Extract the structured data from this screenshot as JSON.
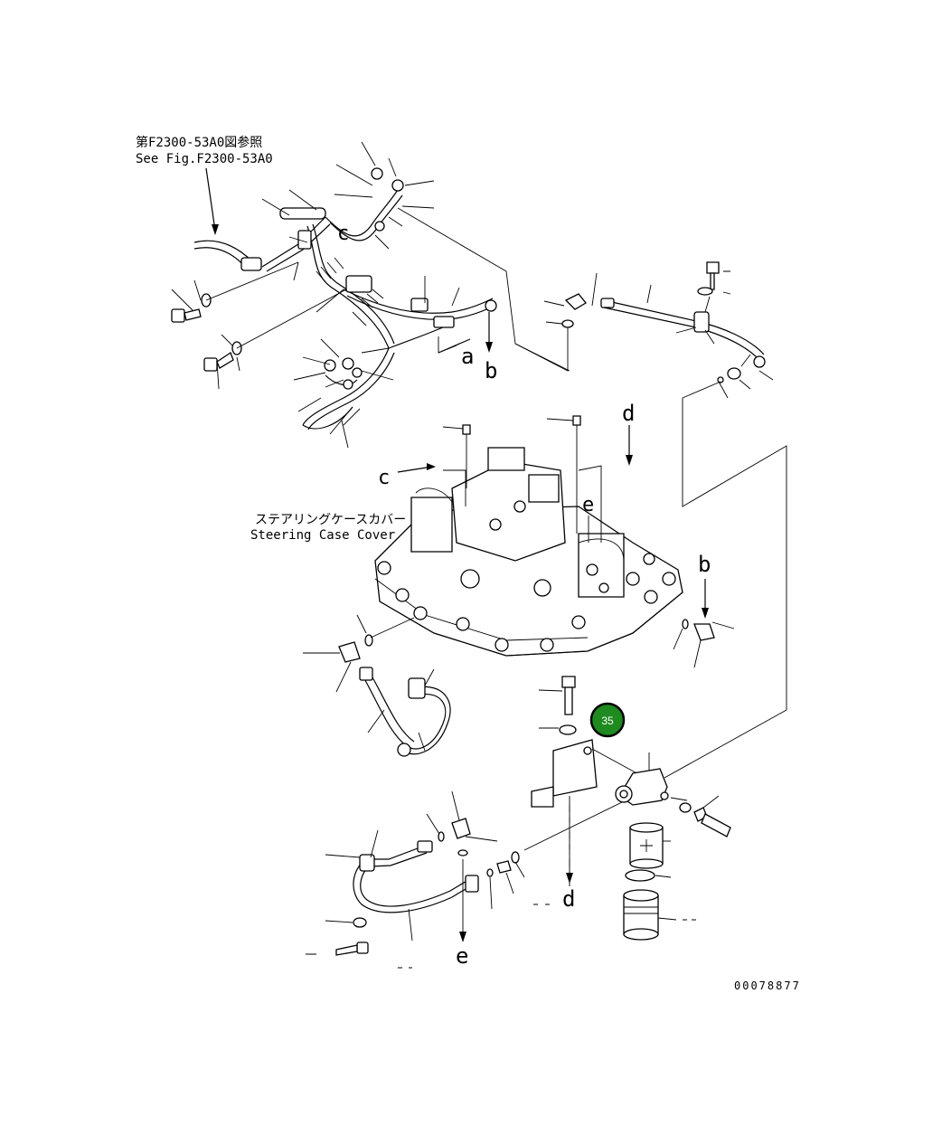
{
  "references": {
    "jp_ref": "第F2300-53A0図参照",
    "en_ref": "See Fig.F2300-53A0"
  },
  "labels": {
    "jp_case": "ステアリングケースカバー",
    "en_case": "Steering Case Cover"
  },
  "callout": {
    "number": "35",
    "color": "#1f8a1f"
  },
  "connection_letters": {
    "a": "a",
    "b": "b",
    "c": "c",
    "d": "d",
    "e": "e"
  },
  "drawing_id": "00078877"
}
